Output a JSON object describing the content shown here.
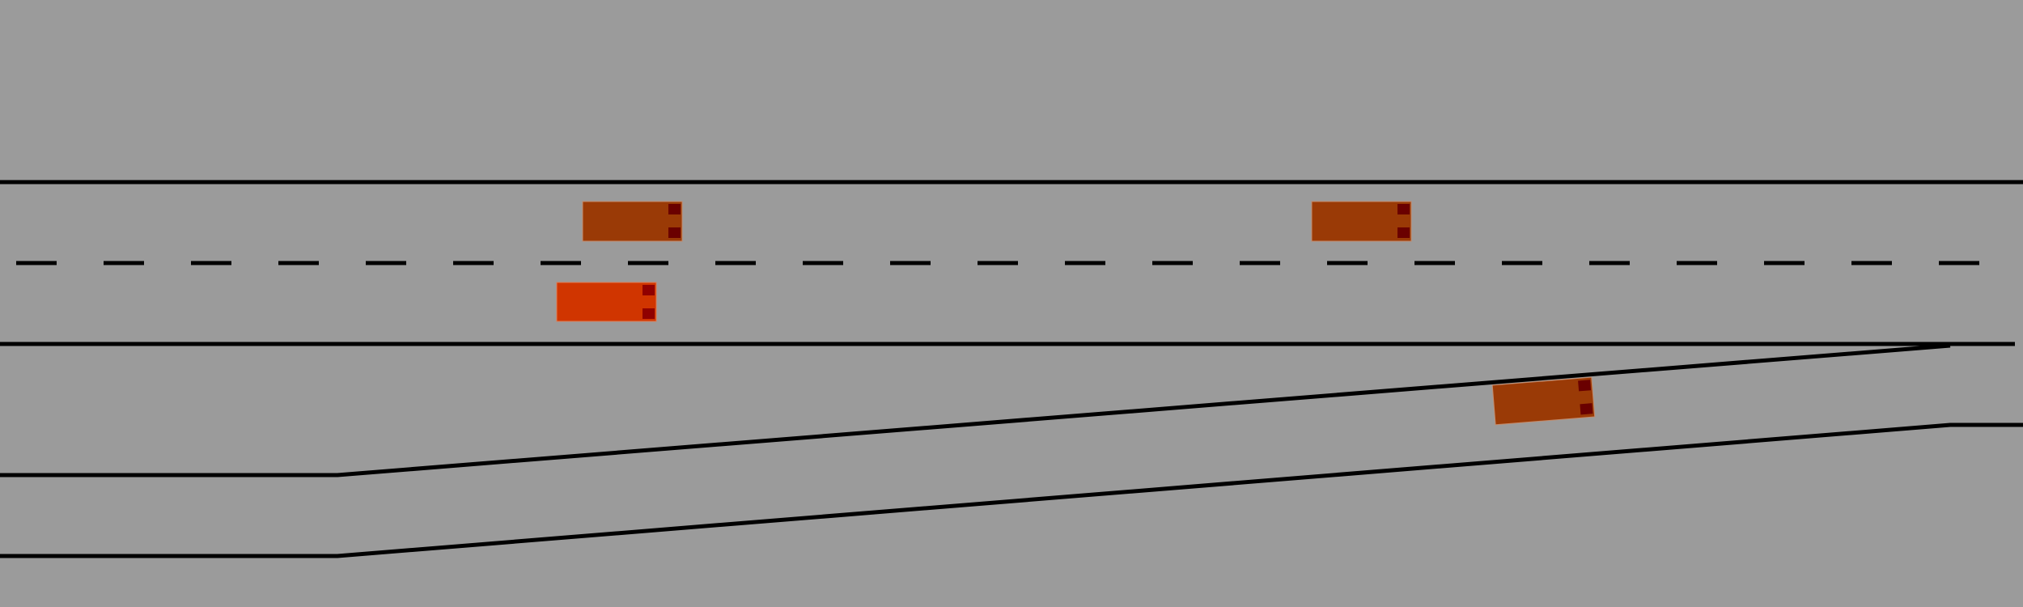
{
  "scene": {
    "background_color": "#9b9b9b",
    "line_color": "#000000",
    "vehicles": [
      {
        "id": "vehicle-1",
        "role": "other",
        "body_color": "#9a3a06",
        "light_color": "#6a0000",
        "heading": "right"
      },
      {
        "id": "vehicle-2",
        "role": "other",
        "body_color": "#9a3a06",
        "light_color": "#6a0000",
        "heading": "right"
      },
      {
        "id": "vehicle-3",
        "role": "ego",
        "body_color": "#d03500",
        "light_color": "#900000",
        "heading": "right"
      },
      {
        "id": "vehicle-4",
        "role": "other",
        "body_color": "#9a3a06",
        "light_color": "#6a0000",
        "heading": "right-uphill"
      }
    ]
  }
}
